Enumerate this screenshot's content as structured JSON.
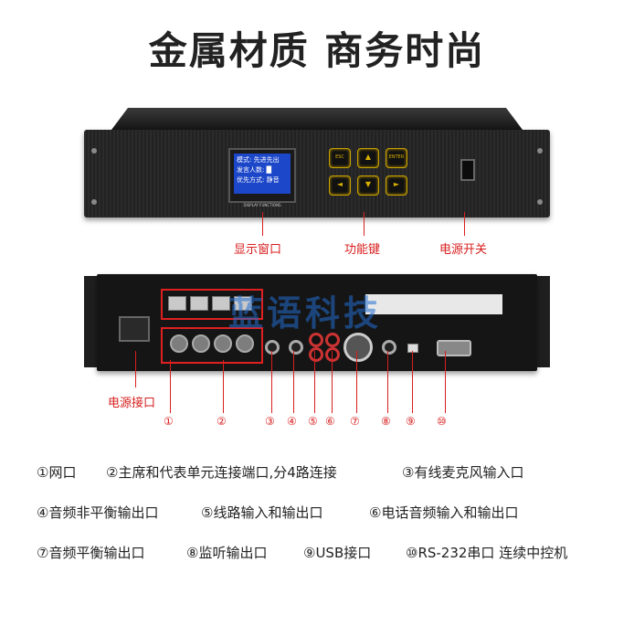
{
  "title": "金属材质 商务时尚",
  "front": {
    "lcd_lines": [
      "模式: 先进先出",
      "发言人数: █",
      "优先方式: 静音"
    ],
    "lcd_caption": "DISPLAY FUNCTIONS",
    "key_glyphs": [
      "ESC",
      "▲",
      "ENTER",
      "◄",
      "▼",
      "►"
    ]
  },
  "front_labels": [
    "显示窗口",
    "功能键",
    "电源开关"
  ],
  "watermark": "蓝语科技",
  "power_input_label": "电源接口",
  "markers": [
    "①",
    "②",
    "③",
    "④",
    "⑤",
    "⑥",
    "⑦",
    "⑧",
    "⑨",
    "⑩"
  ],
  "descriptions": [
    [
      "①网口",
      "②主席和代表单元连接端口,分4路连接",
      "③有线麦克风输入口"
    ],
    [
      "④音频非平衡输出口",
      "⑤线路输入和输出口",
      "⑥电话音频输入和输出口"
    ],
    [
      "⑦音频平衡输出口",
      "⑧监听输出口",
      "⑨USB接口",
      "⑩RS-232串口 连续中控机"
    ]
  ],
  "colors": {
    "accent_red": "#d81e1e",
    "lcd_blue": "#1c47c9",
    "key_gold": "#d8b000"
  }
}
